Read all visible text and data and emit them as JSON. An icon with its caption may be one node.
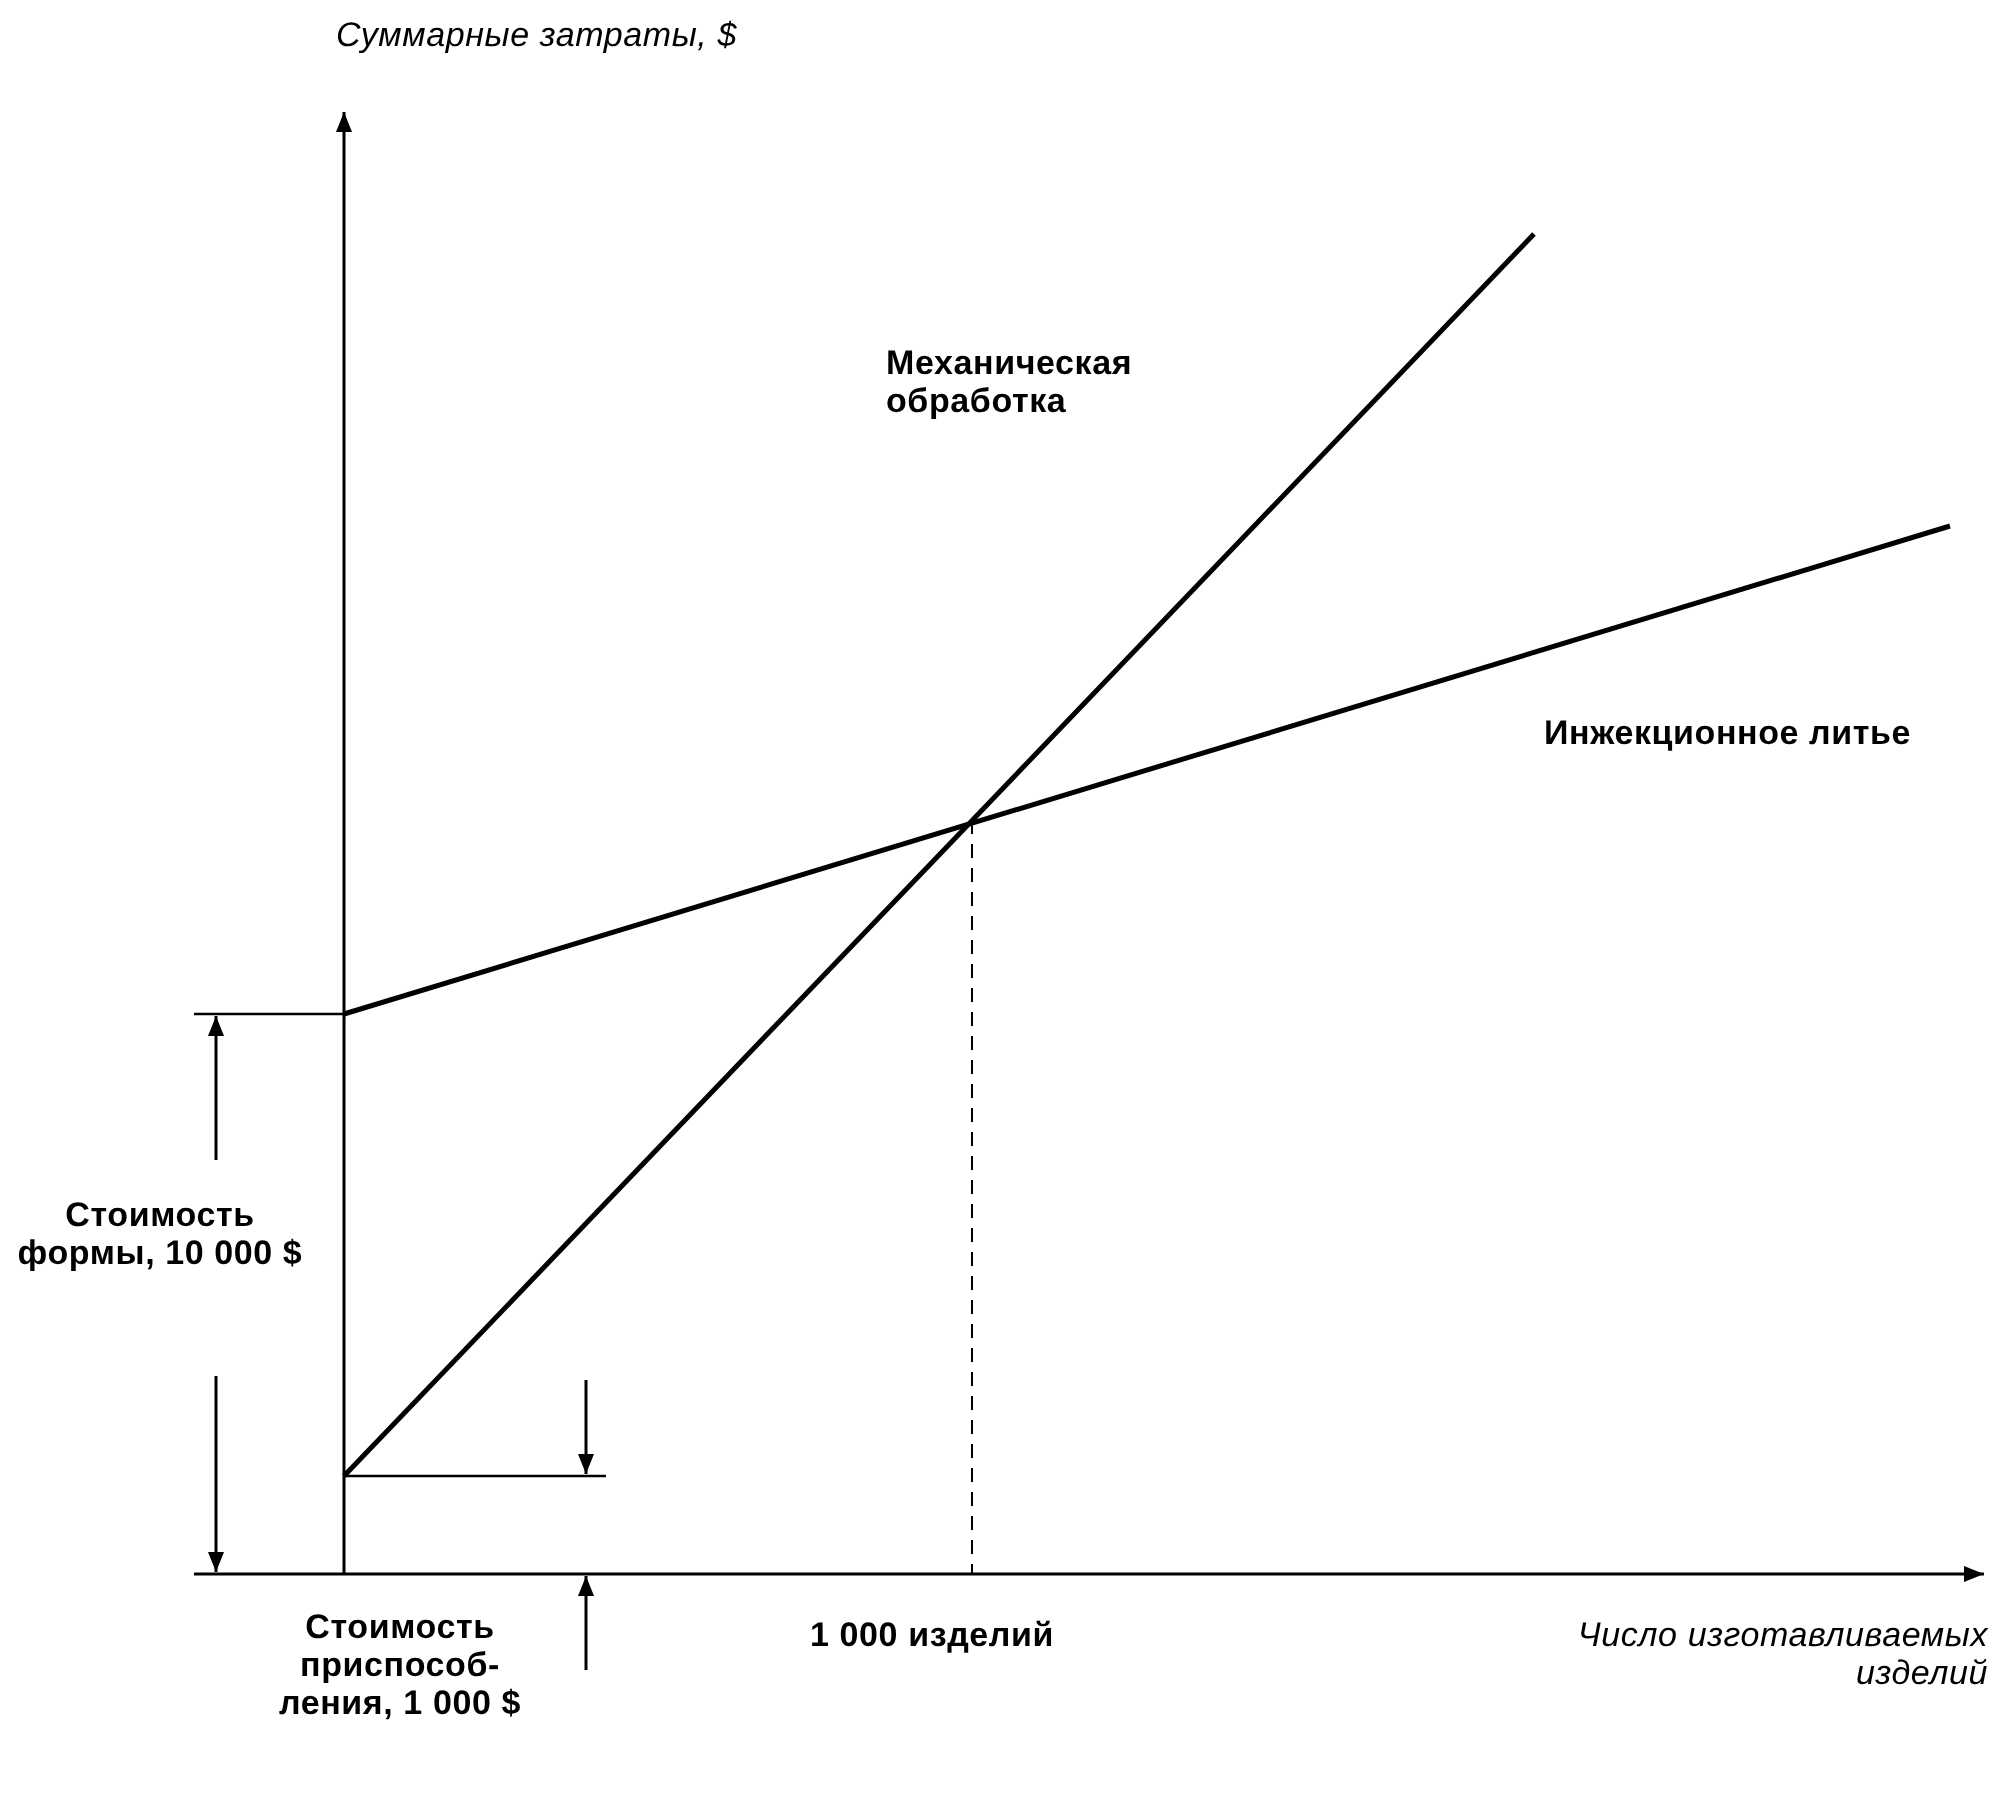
{
  "diagram": {
    "labels": [
      "Суммарные затраты, $",
      "Механическая обработка",
      "Инжекционное литье",
      "Стоимость формы, 10 000 $",
      "Стоимость приспособ- ления, 1 000 $",
      "1 000 изделий",
      "Число изготавливаемых изделий"
    ]
  }
}
